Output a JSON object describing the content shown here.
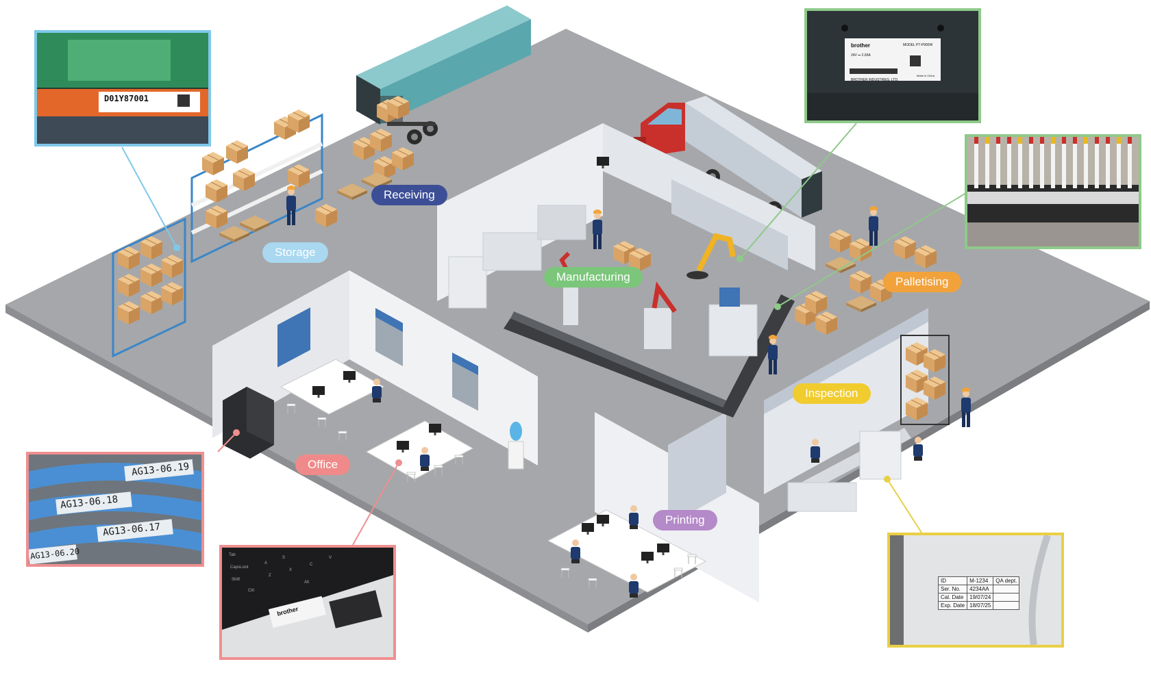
{
  "colors": {
    "floor": "#b9babd",
    "floor_edge": "#9c9da0",
    "wall": "#eceef1",
    "wall_side": "#d6d9de",
    "box": "#e2b27a",
    "box_dark": "#c98f52",
    "worker": "#1e3a6e",
    "truck_container": "#6fb8bd",
    "truck_cab": "#c9302c",
    "callout_storage": "#7fc8ea",
    "callout_device": "#8fc98a",
    "callout_cables": "#ef8f90",
    "callout_inspection": "#e9cf45"
  },
  "zones": [
    {
      "key": "storage",
      "label": "Storage",
      "color": "#a9d8f0"
    },
    {
      "key": "receiving",
      "label": "Receiving",
      "color": "#3c4f96"
    },
    {
      "key": "manufacturing",
      "label": "Manufacturing",
      "color": "#7bc67a"
    },
    {
      "key": "palletising",
      "label": "Palletising",
      "color": "#f2a23b"
    },
    {
      "key": "inspection",
      "label": "Inspection",
      "color": "#f1cc2e"
    },
    {
      "key": "office",
      "label": "Office",
      "color": "#f08a8a"
    },
    {
      "key": "printing",
      "label": "Printing",
      "color": "#b48ac9"
    }
  ],
  "callouts": {
    "rack_label": {
      "code": "D01Y87001"
    },
    "device_label": {
      "brand": "brother",
      "model": "MODEL PT-P900W",
      "rating": "24V ⎓ 2.65A",
      "maker": "BROTHER INDUSTRIES, LTD.",
      "origin": "Made in China"
    },
    "cable_labels": [
      "AG13-06.19",
      "AG13-06.18",
      "AG13-06.17",
      "AG13-06.20"
    ],
    "laptop_keys": [
      "Tab",
      "CapsLock",
      "Shift",
      "Ctrl",
      "A",
      "S",
      "Z",
      "X",
      "C",
      "V",
      "Alt"
    ],
    "laptop_label": {
      "brand": "brother"
    },
    "qa_label": {
      "rows": [
        {
          "key": "ID",
          "value": "M-1234",
          "extra": "QA dept."
        },
        {
          "key": "Ser. No.",
          "value": "4234AA",
          "extra": ""
        },
        {
          "key": "Cal. Date",
          "value": "19/07/24",
          "extra": ""
        },
        {
          "key": "Exp. Date",
          "value": "18/07/25",
          "extra": ""
        }
      ]
    }
  }
}
